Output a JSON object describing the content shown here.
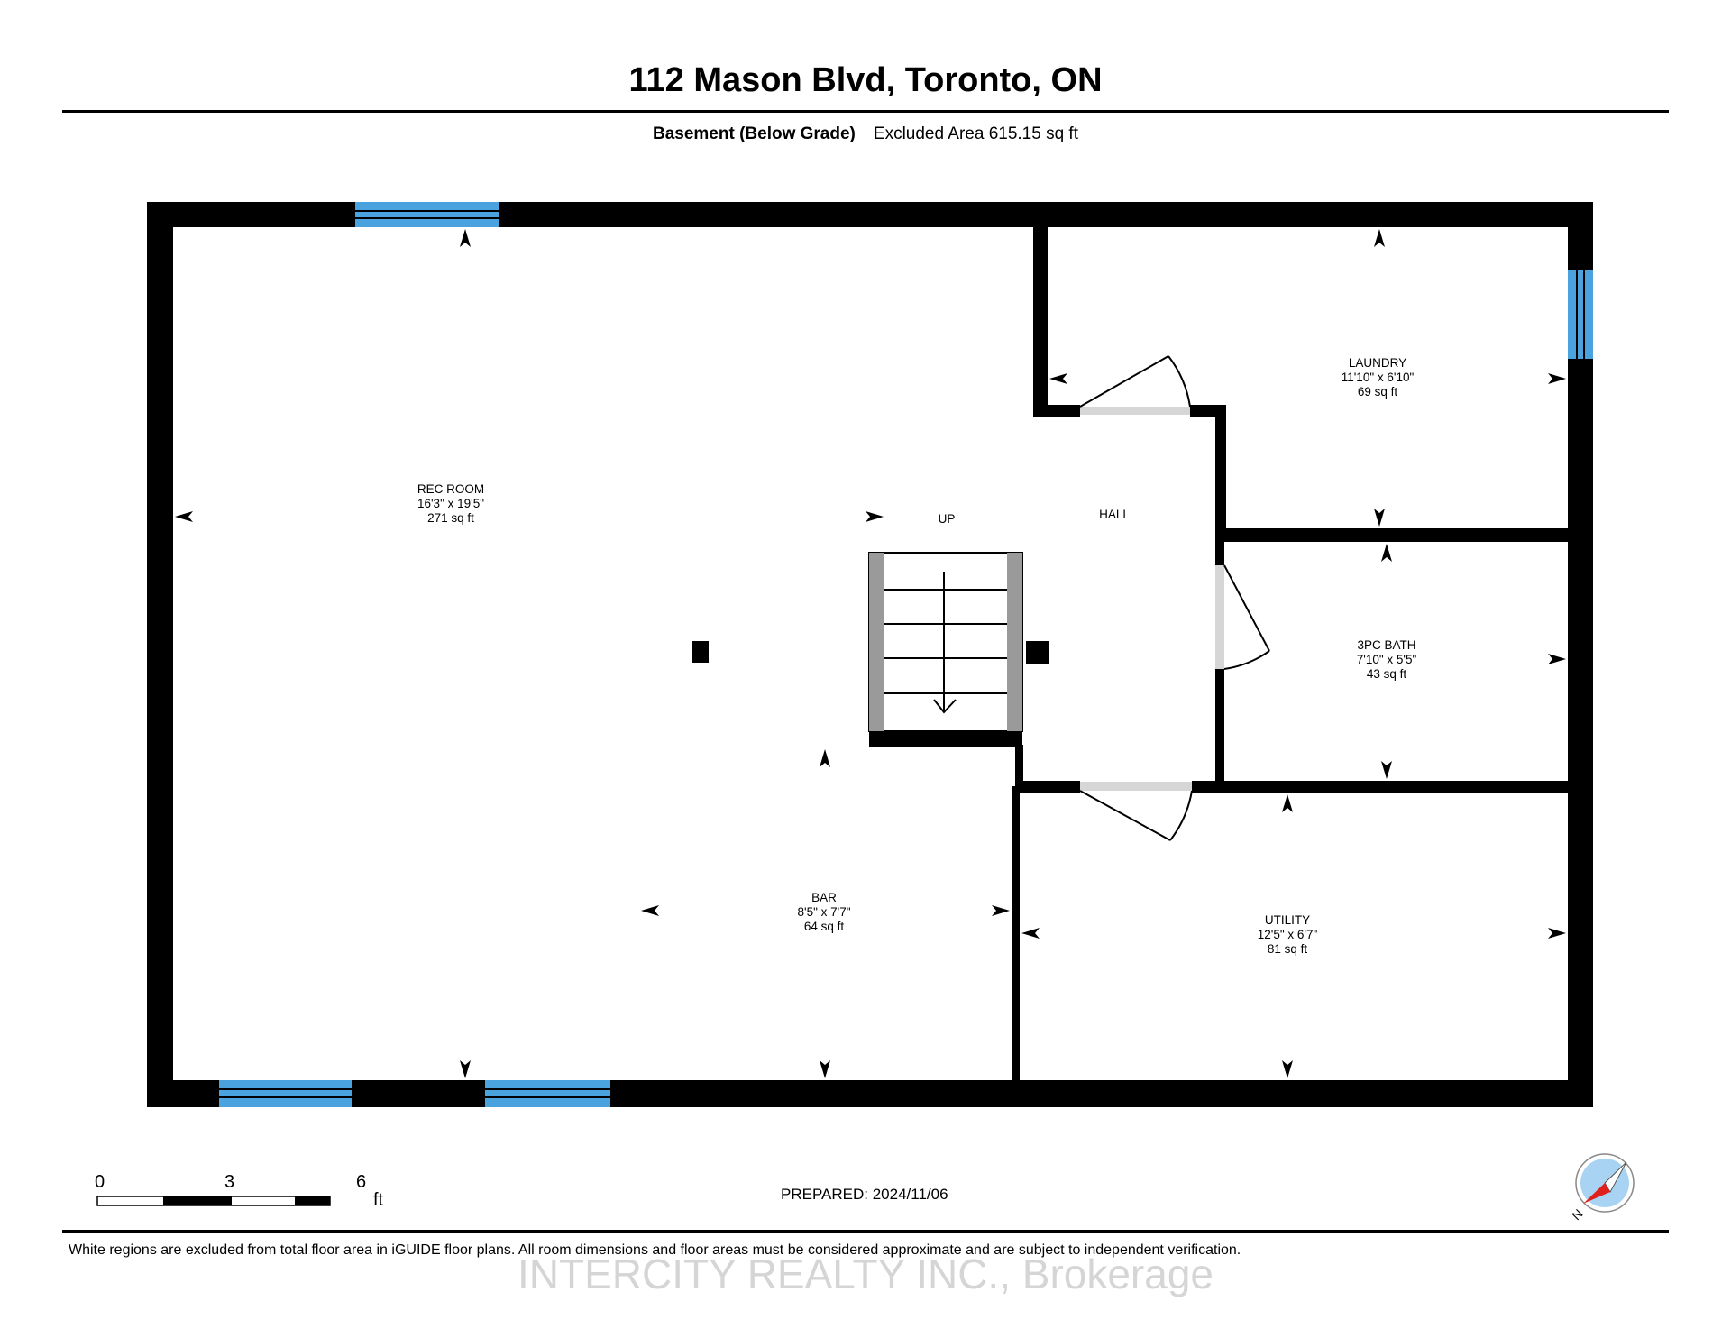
{
  "header": {
    "address": "112 Mason Blvd, Toronto, ON",
    "level_name": "Basement (Below Grade)",
    "level_area": "Excluded Area 615.15 sq ft"
  },
  "rooms": [
    {
      "name": "REC ROOM",
      "dims": "16'3\" x 19'5\"",
      "area": "271 sq ft"
    },
    {
      "name": "LAUNDRY",
      "dims": "11'10\" x 6'10\"",
      "area": "69 sq ft"
    },
    {
      "name": "3PC BATH",
      "dims": "7'10\" x 5'5\"",
      "area": "43 sq ft"
    },
    {
      "name": "UTILITY",
      "dims": "12'5\" x 6'7\"",
      "area": "81 sq ft"
    },
    {
      "name": "BAR",
      "dims": "8'5\" x 7'7\"",
      "area": "64 sq ft"
    }
  ],
  "labels": {
    "hall": "HALL",
    "stair": "UP"
  },
  "scale_bar": {
    "ticks": [
      "0",
      "3",
      "6"
    ],
    "unit": "ft"
  },
  "prepared": "PREPARED: 2024/11/06",
  "disclaimer": "White regions are excluded from total floor area in iGUIDE floor plans. All room dimensions and floor areas must be considered approximate and are subject to independent verification.",
  "watermark": "INTERCITY REALTY INC., Brokerage",
  "compass": {
    "label": "N",
    "needle_color": "#e0201c",
    "dial_color": "#a9d3f2"
  },
  "colors": {
    "window": "#4aa3df",
    "wall": "#000000",
    "door": "#d6d6d6",
    "stair_rail": "#9a9a9a"
  }
}
